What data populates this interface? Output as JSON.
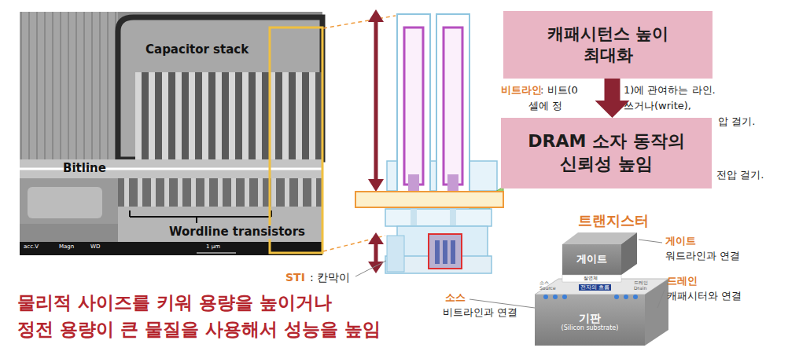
{
  "diagram": {
    "nodes": [
      {
        "text": [
          "캐패시턴스 높이 최대화"
        ]
      },
      {
        "text": [
          "DRAM 소자 동작의 신뢰성 높임"
        ]
      },
      {
        "text": [
          "게이트"
        ]
      },
      {
        "text": [
          "기판",
          "(Silicon substrate)"
        ]
      }
    ],
    "edges": [
      {
        "from": 0,
        "to": 1,
        "arrow": "to"
      }
    ],
    "labels": [
      "Capacitor stack",
      "Bitline",
      "Wordline transistors",
      "acc.V",
      "Magn",
      "WD",
      "1 µm",
      "비트라인",
      ": 비트(0",
      "1)에 관여하는 라인.",
      "셀에 정",
      "쓰거나(write),",
      "압 걸기.",
      "전압 걸기.",
      "STI",
      ": 칸막이",
      "트랜지스터",
      "게이트",
      "워드라인과 연결",
      "드레인",
      "캐패시터와 연결",
      "소스",
      "비트라인과 연결",
      "절연체",
      "전자의 흐름",
      "소스",
      "Source",
      "드레인",
      "Drain",
      "물리적 사이즈를 키워 용량을 높이거나",
      "정전 용량이 큰 물질을 사용해서 성능을 높임"
    ]
  }
}
